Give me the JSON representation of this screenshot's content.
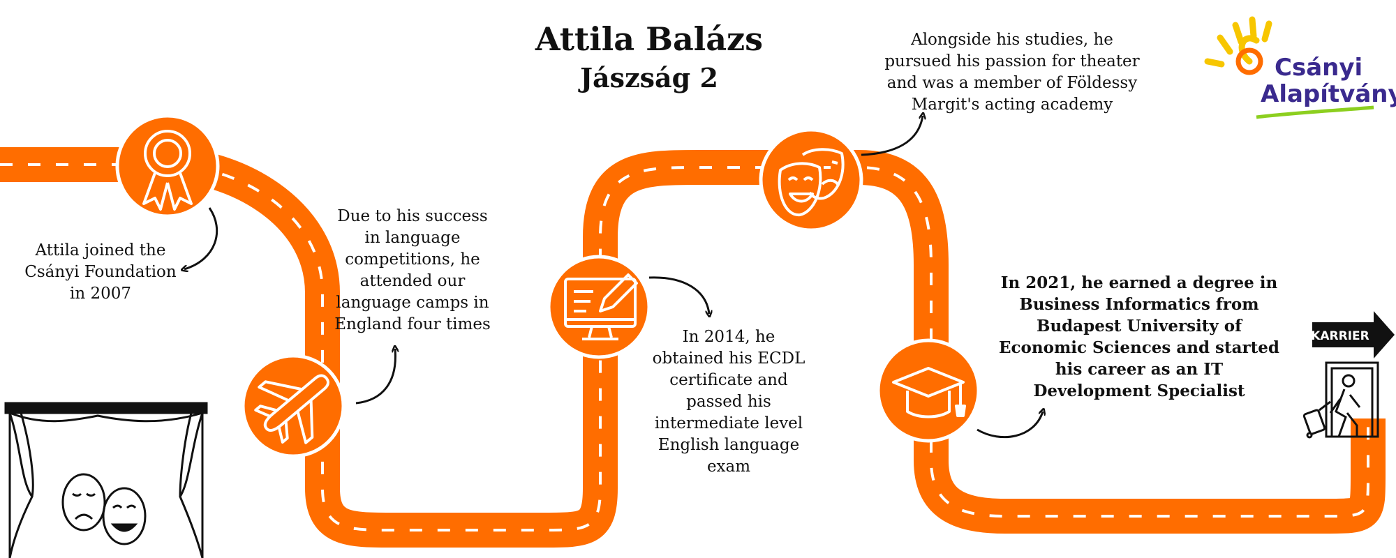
{
  "title": {
    "name": "Attila Balázs",
    "subtitle": "Jászság 2"
  },
  "logo": {
    "line1": "Csányi",
    "line2": "Alapítvány"
  },
  "exit_sign": "KARRIER",
  "colors": {
    "road": "#ff6d00",
    "road_dash": "#ffffff",
    "logo_text": "#3a2a8e",
    "logo_sun": "#f7c600",
    "logo_green": "#8ccf1f"
  },
  "milestones": [
    {
      "icon": "award-ribbon-icon",
      "lines": [
        "Attila joined the",
        "Csányi Foundation",
        "in 2007"
      ]
    },
    {
      "icon": "airplane-icon",
      "lines": [
        "Due to his success",
        "in language",
        "competitions, he",
        "attended our",
        "language camps in",
        "England four times"
      ]
    },
    {
      "icon": "computer-pencil-icon",
      "lines": [
        "In 2014, he",
        "obtained his ECDL",
        "certificate and",
        "passed his",
        "intermediate level",
        "English language",
        "exam"
      ]
    },
    {
      "icon": "theater-masks-icon",
      "lines": [
        "Alongside his studies, he",
        "pursued his passion for theater",
        "and was a member of Földessy",
        "Margit's acting academy"
      ]
    },
    {
      "icon": "graduation-cap-icon",
      "lines": [
        "In 2021, he earned a degree in",
        "Business Informatics from",
        "Budapest University of",
        "Economic Sciences and started",
        "his career as an IT",
        "Development Specialist"
      ]
    }
  ]
}
